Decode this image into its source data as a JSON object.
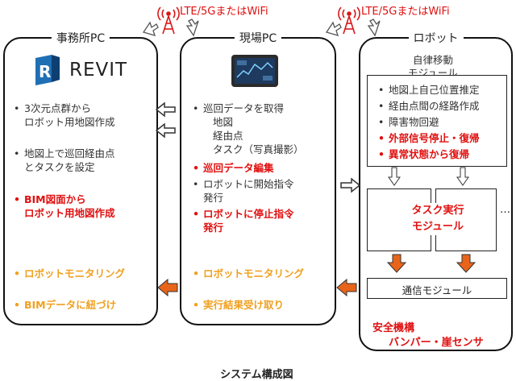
{
  "network": {
    "label_left": "LTE/5GまたはWiFi",
    "label_right": "LTE/5GまたはWiFi"
  },
  "office_pc": {
    "title": "事務所PC",
    "logo_text": "REVIT",
    "items": [
      "3次元点群から",
      "ロボット用地図作成",
      "地図上で巡回経由点",
      "とタスクを設定",
      "BIM図面から",
      "ロボット用地図作成",
      "ロボットモニタリング",
      "BIMデータに紐づけ"
    ]
  },
  "site_pc": {
    "title": "現場PC",
    "items": [
      "巡回データを取得",
      "地図",
      "経由点",
      "タスク（写真撮影）",
      "巡回データ編集",
      "ロボットに開始指令",
      "発行",
      "ロボットに停止指令",
      "発行",
      "ロボットモニタリング",
      "実行結果受け取り"
    ]
  },
  "robot": {
    "title": "ロボット",
    "autonomy_label_1": "自律移動",
    "autonomy_label_2": "モジュール",
    "autonomy_items": [
      "地図上自己位置推定",
      "経由点間の経路作成",
      "障害物回避",
      "外部信号停止・復帰",
      "異常状態から復帰"
    ],
    "task_module_1": "タスク実行",
    "task_module_2": "モジュール",
    "ellipsis": "…",
    "comm_module": "通信モジュール",
    "safety_1": "安全機構",
    "safety_2": "バンパー・崖センサ"
  },
  "caption": "システム構成図",
  "colors": {
    "red": "#e01010",
    "orange": "#f0a020",
    "orange_arrow": "#e8641a",
    "tower": "#d81818"
  }
}
